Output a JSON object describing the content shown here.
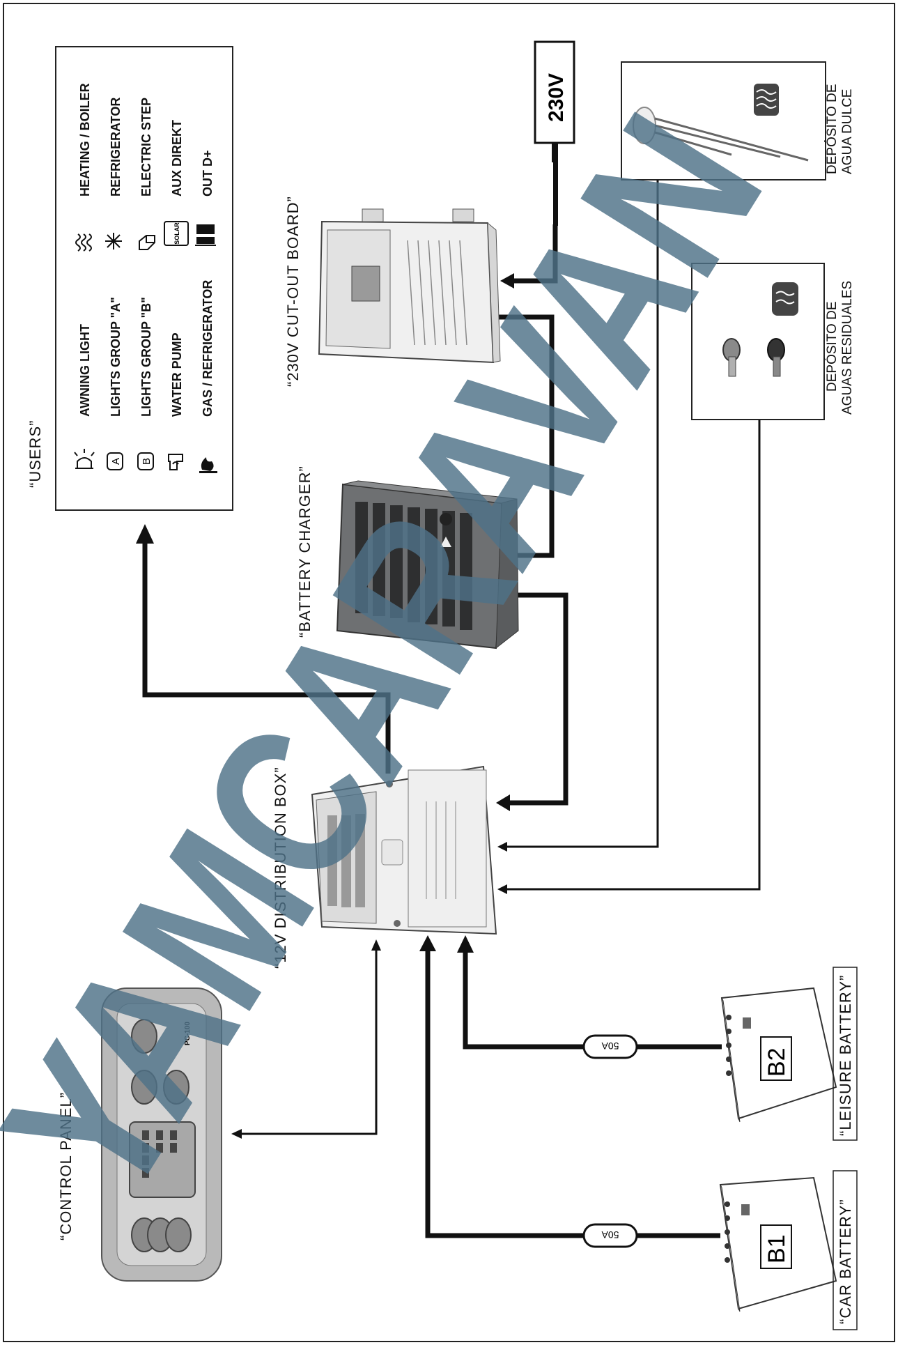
{
  "labels": {
    "users": "“USERS”",
    "cutout": "“230V CUT-OUT BOARD”",
    "charger": "“BATTERY CHARGER”",
    "distribution": "“12V DISTRIBUTION BOX”",
    "control_panel": "“CONTROL PANEL”",
    "car_battery": "“CAR BATTERY”",
    "leisure_battery": "“LEISURE BATTERY”",
    "mains": "230V",
    "fuse1": "50A",
    "fuse2": "50A",
    "battery_b1": "B1",
    "battery_b2": "B2"
  },
  "users": {
    "left": [
      "AWNING LIGHT",
      "LIGHTS GROUP \"A\"",
      "LIGHTS GROUP \"B\"",
      "WATER PUMP",
      "GAS / REFRIGERATOR"
    ],
    "right": [
      "HEATING / BOILER",
      "REFRIGERATOR",
      "ELECTRIC STEP",
      "AUX DIREKT",
      "OUT D+"
    ],
    "badge_a": "A",
    "badge_b": "B",
    "solar": "SOLAR"
  },
  "tanks": {
    "fresh_line1": "DEPÓSITO DE",
    "fresh_line2": "AGUA DULCE",
    "waste_line1": "DEPÓSITO DE",
    "waste_line2": "AGUAS RESIDUALES"
  },
  "control_panel": {
    "model": "PC-100"
  },
  "watermark": "YAMCARAVAN",
  "colors": {
    "watermark": "#4f7288",
    "watermark_light": "#9fc3d6"
  }
}
